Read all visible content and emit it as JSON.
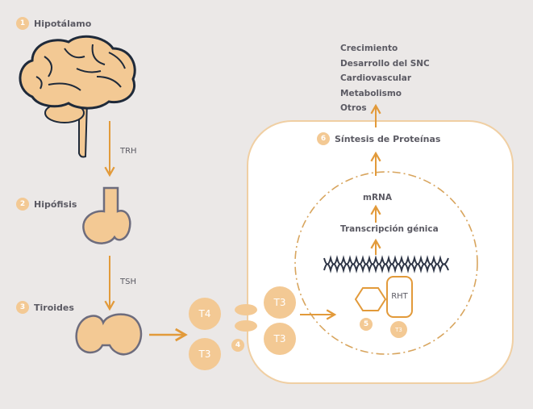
{
  "steps": [
    {
      "number": "1",
      "label": "Hipotálamo"
    },
    {
      "number": "2",
      "label": "Hipófisis"
    },
    {
      "number": "3",
      "label": "Tiroides"
    },
    {
      "number": "4",
      "label": ""
    },
    {
      "number": "5",
      "label": ""
    },
    {
      "number": "6",
      "label": "Síntesis de Proteínas"
    }
  ],
  "hormones": {
    "trh": "TRH",
    "tsh": "TSH"
  },
  "molecules": {
    "t4": "T4",
    "t3_outer": "T3",
    "t3_cell_a": "T3",
    "t3_cell_b": "T3",
    "t3_receptor": "T3"
  },
  "receptor": {
    "label": "RHT"
  },
  "nucleus": {
    "transcription": "Transcripción génica",
    "mrna": "mRNA"
  },
  "effects": [
    "Crecimiento",
    "Desarrollo del SNC",
    "Cardiovascular",
    "Metabolismo",
    "Otros"
  ],
  "colors": {
    "accent": "#e29a3a",
    "fill": "#f3c994",
    "outline": "#6d6c7d",
    "text": "#5b5a63",
    "background": "#ebe8e7",
    "cell": "#ffffff"
  }
}
